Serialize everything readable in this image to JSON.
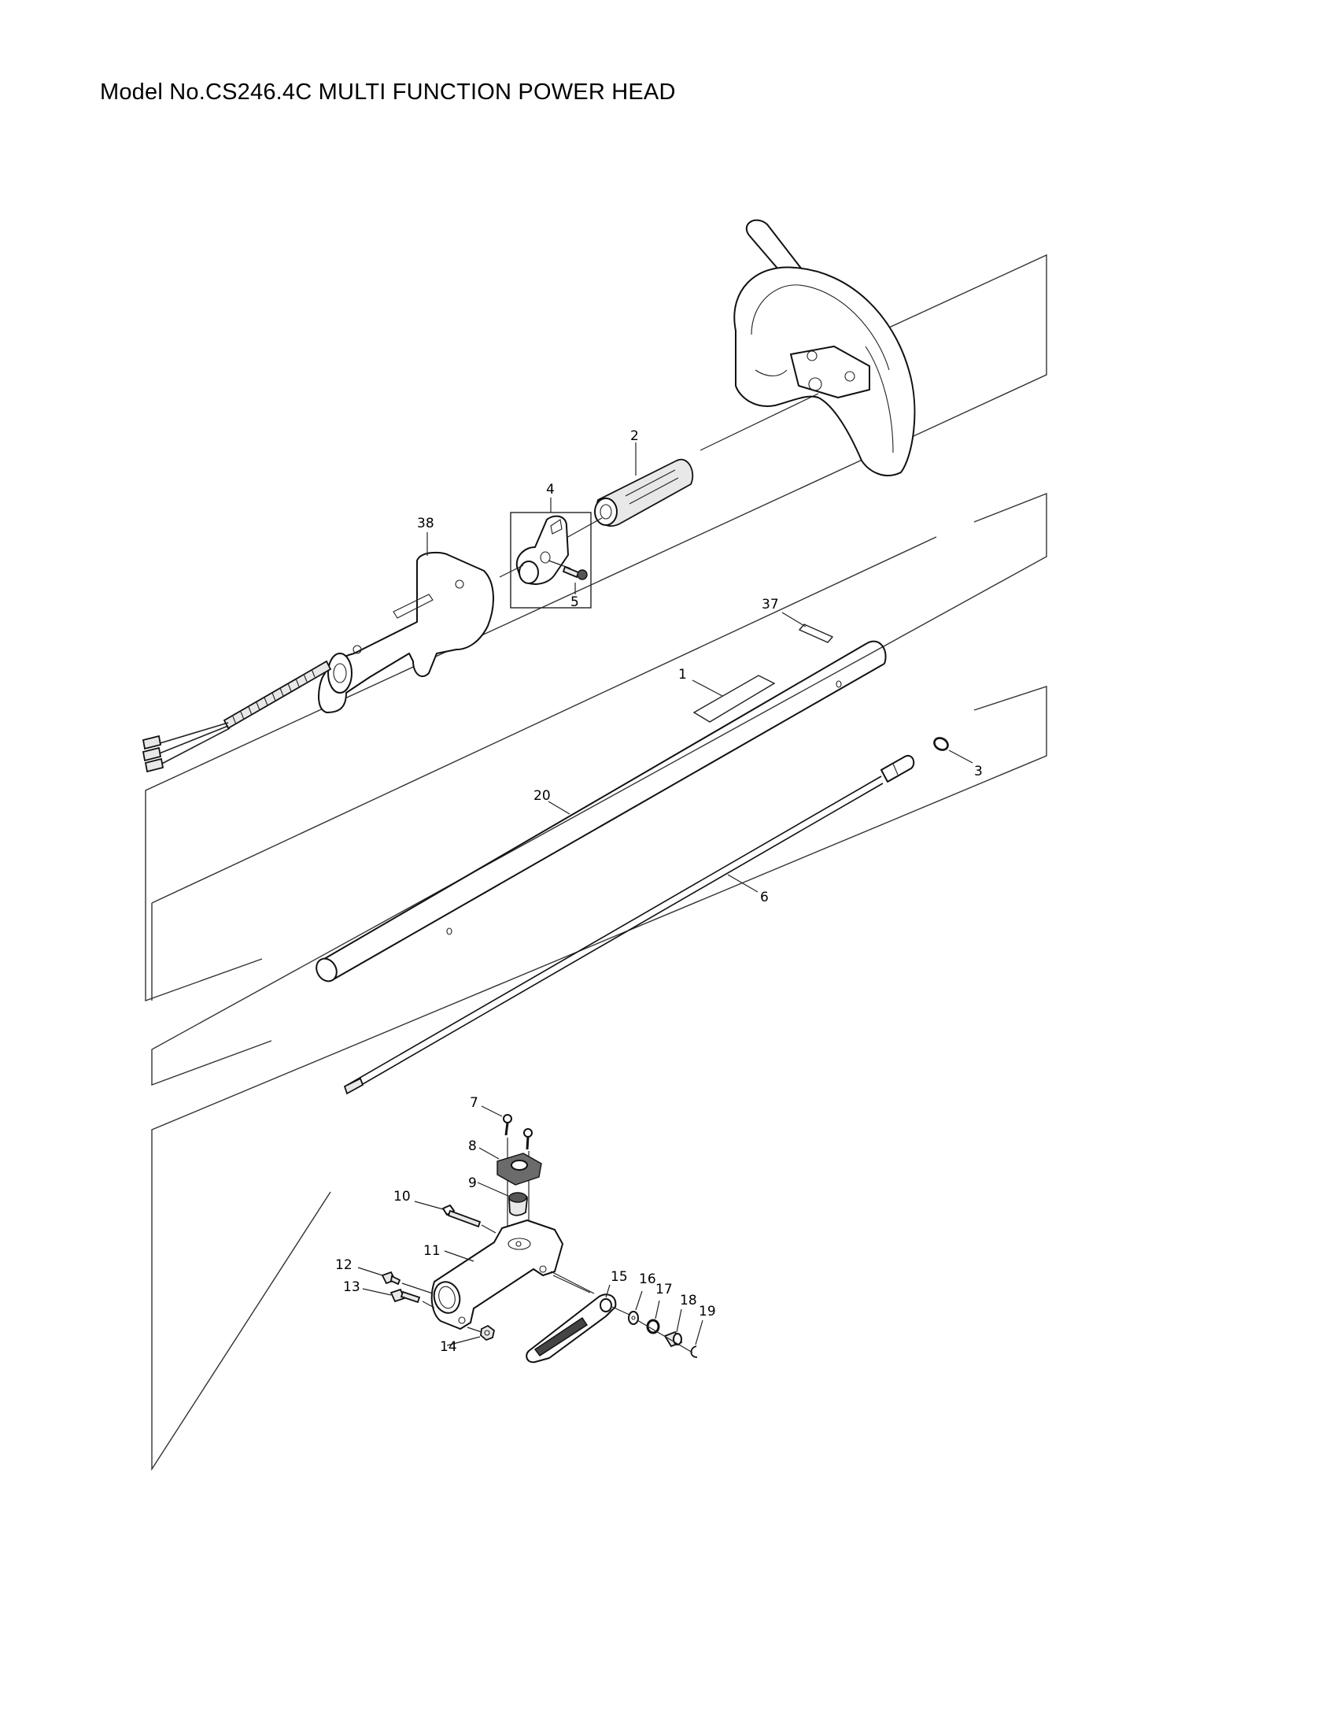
{
  "title": "Model No.CS246.4C MULTI FUNCTION POWER HEAD",
  "diagram": {
    "type": "exploded parts diagram",
    "callouts": [
      {
        "id": "c2",
        "label": "2",
        "part": "grip"
      },
      {
        "id": "c4",
        "label": "4",
        "part": "handle clamp assembly"
      },
      {
        "id": "c5",
        "label": "5",
        "part": "clamp screw"
      },
      {
        "id": "c38",
        "label": "38",
        "part": "rear handle with throttle and wiring"
      },
      {
        "id": "c37",
        "label": "37",
        "part": "label (small)"
      },
      {
        "id": "c1",
        "label": "1",
        "part": "label (large)"
      },
      {
        "id": "c20",
        "label": "20",
        "part": "circlip"
      },
      {
        "id": "c6",
        "label": "6",
        "part": "shaft tube"
      },
      {
        "id": "c3",
        "label": "3",
        "part": "drive shaft"
      },
      {
        "id": "c7",
        "label": "7",
        "part": "screw"
      },
      {
        "id": "c8",
        "label": "8",
        "part": "cover"
      },
      {
        "id": "c9",
        "label": "9",
        "part": "knob"
      },
      {
        "id": "c10",
        "label": "10",
        "part": "bolt"
      },
      {
        "id": "c11",
        "label": "11",
        "part": "coupler housing"
      },
      {
        "id": "c12",
        "label": "12",
        "part": "socket bolt (short)"
      },
      {
        "id": "c13",
        "label": "13",
        "part": "socket bolt (long)"
      },
      {
        "id": "c14",
        "label": "14",
        "part": "nut"
      },
      {
        "id": "c15",
        "label": "15",
        "part": "lever"
      },
      {
        "id": "c16",
        "label": "16",
        "part": "washer"
      },
      {
        "id": "c17",
        "label": "17",
        "part": "spring ring"
      },
      {
        "id": "c18",
        "label": "18",
        "part": "collar"
      },
      {
        "id": "c19",
        "label": "19",
        "part": "e-ring"
      }
    ]
  }
}
